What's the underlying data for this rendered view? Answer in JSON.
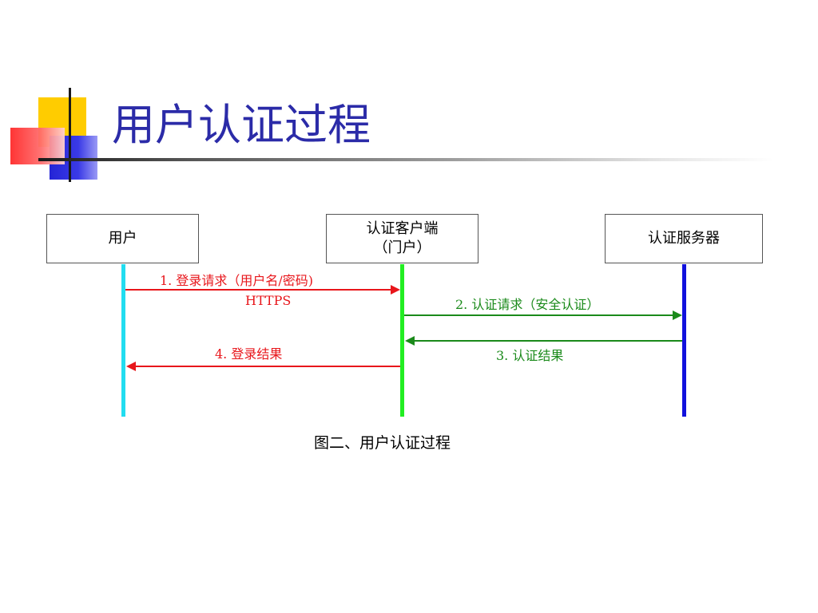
{
  "slide": {
    "title": "用户认证过程",
    "caption": "图二、用户认证过程"
  },
  "actors": {
    "user": {
      "line1": "用户"
    },
    "client": {
      "line1": "认证客户端",
      "line2": "（门户）"
    },
    "server": {
      "line1": "认证服务器"
    }
  },
  "messages": {
    "m1": {
      "label": "1. 登录请求（用户名/密码)",
      "sublabel": "HTTPS"
    },
    "m2": {
      "label": "2. 认证请求（安全认证）"
    },
    "m3": {
      "label": "3. 认证结果"
    },
    "m4": {
      "label": "4. 登录结果"
    }
  },
  "colors": {
    "title": "#2b2ba8",
    "user_lifeline": "#22ddf0",
    "client_lifeline": "#22ee22",
    "server_lifeline": "#1111dd",
    "request_red": "#e8161b",
    "auth_green": "#1a8a1a"
  }
}
